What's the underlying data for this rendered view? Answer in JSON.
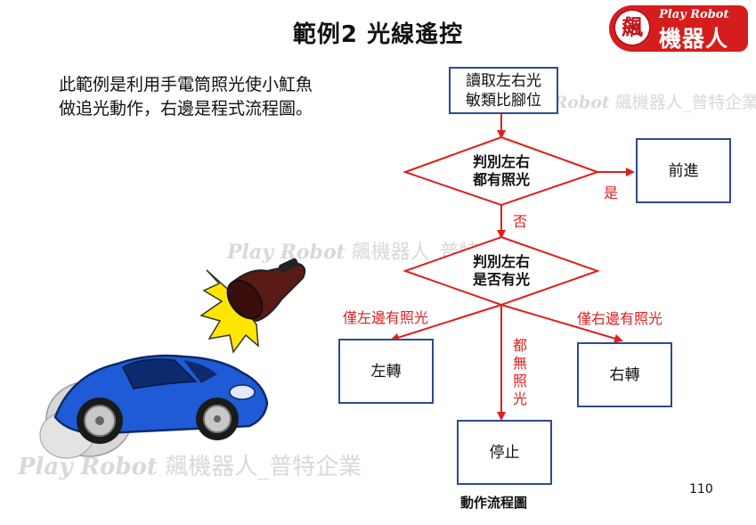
{
  "slide": {
    "title": "範例2  光線遙控",
    "description": "此範例是利用手電筒照光使小魟魚做追光動作，右邊是程式流程圖。",
    "page_number": "110",
    "caption": "動作流程圖"
  },
  "logo": {
    "emblem": "飆",
    "brand": "Play Robot",
    "name": "機器人"
  },
  "watermark": {
    "brand": "Play Robot",
    "text": "飆機器人_普特企業"
  },
  "flowchart": {
    "nodes": {
      "read": "讀取左右光\n敏類比腳位",
      "forward": "前進",
      "left_turn": "左轉",
      "right_turn": "右轉",
      "stop": "停止"
    },
    "decisions": {
      "both_light": "判別左右\n都有照光",
      "has_light": "判別左右\n是否有光"
    },
    "edges": {
      "yes": "是",
      "no": "否",
      "left_light": "僅左邊有照光",
      "right_light": "僅右邊有照光",
      "none_light": "都無照光"
    }
  },
  "colors": {
    "box_border": "#2f4a8e",
    "decision_border": "#e01e1e",
    "arrow": "#e01e1e",
    "logo_bg": "#d51d1d",
    "car_body": "#1f5bd6"
  }
}
